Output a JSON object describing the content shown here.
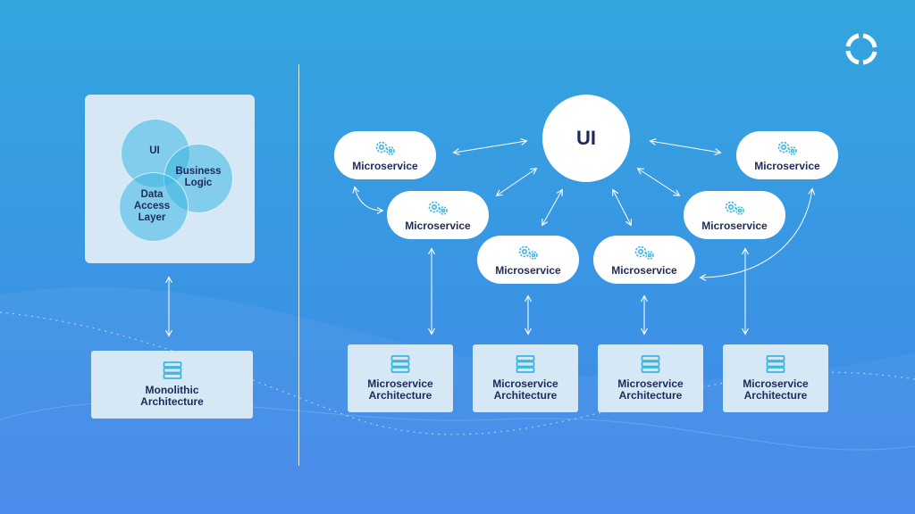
{
  "colors": {
    "accent": "#3cb6e0",
    "text": "#1f2a5a",
    "panel": "#d6e8f5",
    "background_top": "#33a6de",
    "background_bottom": "#4285ea"
  },
  "logo": {
    "icon": "ring-logo-icon"
  },
  "monolith": {
    "venn": {
      "ui": "UI",
      "business_logic": [
        "Business",
        "Logic"
      ],
      "data_access_layer": [
        "Data",
        "Access",
        "Layer"
      ]
    },
    "box": {
      "icon": "server-icon",
      "label": [
        "Monolithic",
        "Architecture"
      ]
    }
  },
  "microservices": {
    "ui_label": "UI",
    "service_label": "Microservice",
    "service_icon": "gears-icon",
    "services": [
      {
        "id": "ms1",
        "label": "Microservice"
      },
      {
        "id": "ms2",
        "label": "Microservice"
      },
      {
        "id": "ms3",
        "label": "Microservice"
      },
      {
        "id": "ms4",
        "label": "Microservice"
      },
      {
        "id": "ms5",
        "label": "Microservice"
      },
      {
        "id": "ms6",
        "label": "Microservice"
      }
    ],
    "architectures": [
      {
        "label": [
          "Microservice",
          "Architecture"
        ]
      },
      {
        "label": [
          "Microservice",
          "Architecture"
        ]
      },
      {
        "label": [
          "Microservice",
          "Architecture"
        ]
      },
      {
        "label": [
          "Microservice",
          "Architecture"
        ]
      }
    ],
    "architecture_icon": "server-icon"
  }
}
